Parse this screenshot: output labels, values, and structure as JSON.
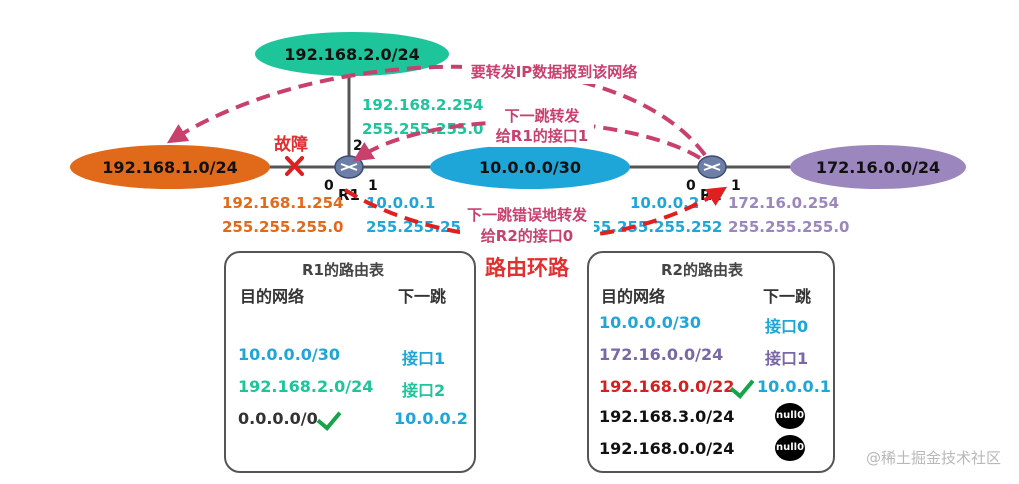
{
  "networks": {
    "top": "192.168.2.0/24",
    "left": "192.168.1.0/24",
    "middle": "10.0.0.0/30",
    "right": "172.16.0.0/24"
  },
  "routers": {
    "r1": {
      "name": "R1",
      "port0": "0",
      "port1": "1",
      "port2": "2"
    },
    "r2": {
      "name": "R2",
      "port0": "0",
      "port1": "1"
    }
  },
  "interfaces": {
    "r1_top_ip": "192.168.2.254",
    "r1_top_mask": "255.255.255.0",
    "r1_left_ip": "192.168.1.254",
    "r1_left_mask": "255.255.255.0",
    "r1_mid_ip": "10.0.0.1",
    "r1_mid_mask": "255.255.255.252",
    "r2_mid_ip": "10.0.0.2",
    "r2_mid_mask": "255.255.255.252",
    "r2_right_ip": "172.16.0.254",
    "r2_right_mask": "255.255.255.0"
  },
  "annotations": {
    "fault": "故障",
    "forward_to_network": "要转发IP数据报到该网络",
    "next_hop_line1": "下一跳转发",
    "next_hop_line2": "给R1的接口1",
    "wrong_hop_line1": "下一跳错误地转发",
    "wrong_hop_line2": "给R2的接口0",
    "loop": "路由环路"
  },
  "r1_table": {
    "title": "R1的路由表",
    "col_dest": "目的网络",
    "col_next": "下一跳",
    "rows": [
      {
        "dest": "10.0.0.0/30",
        "next": "接口1"
      },
      {
        "dest": "192.168.2.0/24",
        "next": "接口2"
      },
      {
        "dest": "0.0.0.0/0",
        "next": "10.0.0.2"
      }
    ]
  },
  "r2_table": {
    "title": "R2的路由表",
    "col_dest": "目的网络",
    "col_next": "下一跳",
    "rows": [
      {
        "dest": "10.0.0.0/30",
        "next": "接口0"
      },
      {
        "dest": "172.16.0.0/24",
        "next": "接口1"
      },
      {
        "dest": "192.168.0.0/22",
        "next": "10.0.0.1"
      },
      {
        "dest": "192.168.3.0/24",
        "next": "null0"
      },
      {
        "dest": "192.168.0.0/24",
        "next": "null0"
      }
    ]
  },
  "watermark": "@稀土掘金技术社区",
  "colors": {
    "top_net": "#1ec49a",
    "left_net": "#e0691a",
    "mid_net": "#1fa6d8",
    "right_net": "#9b87bd",
    "arrow": "#c9406d",
    "alert": "#e03030",
    "check": "#17a34a"
  }
}
